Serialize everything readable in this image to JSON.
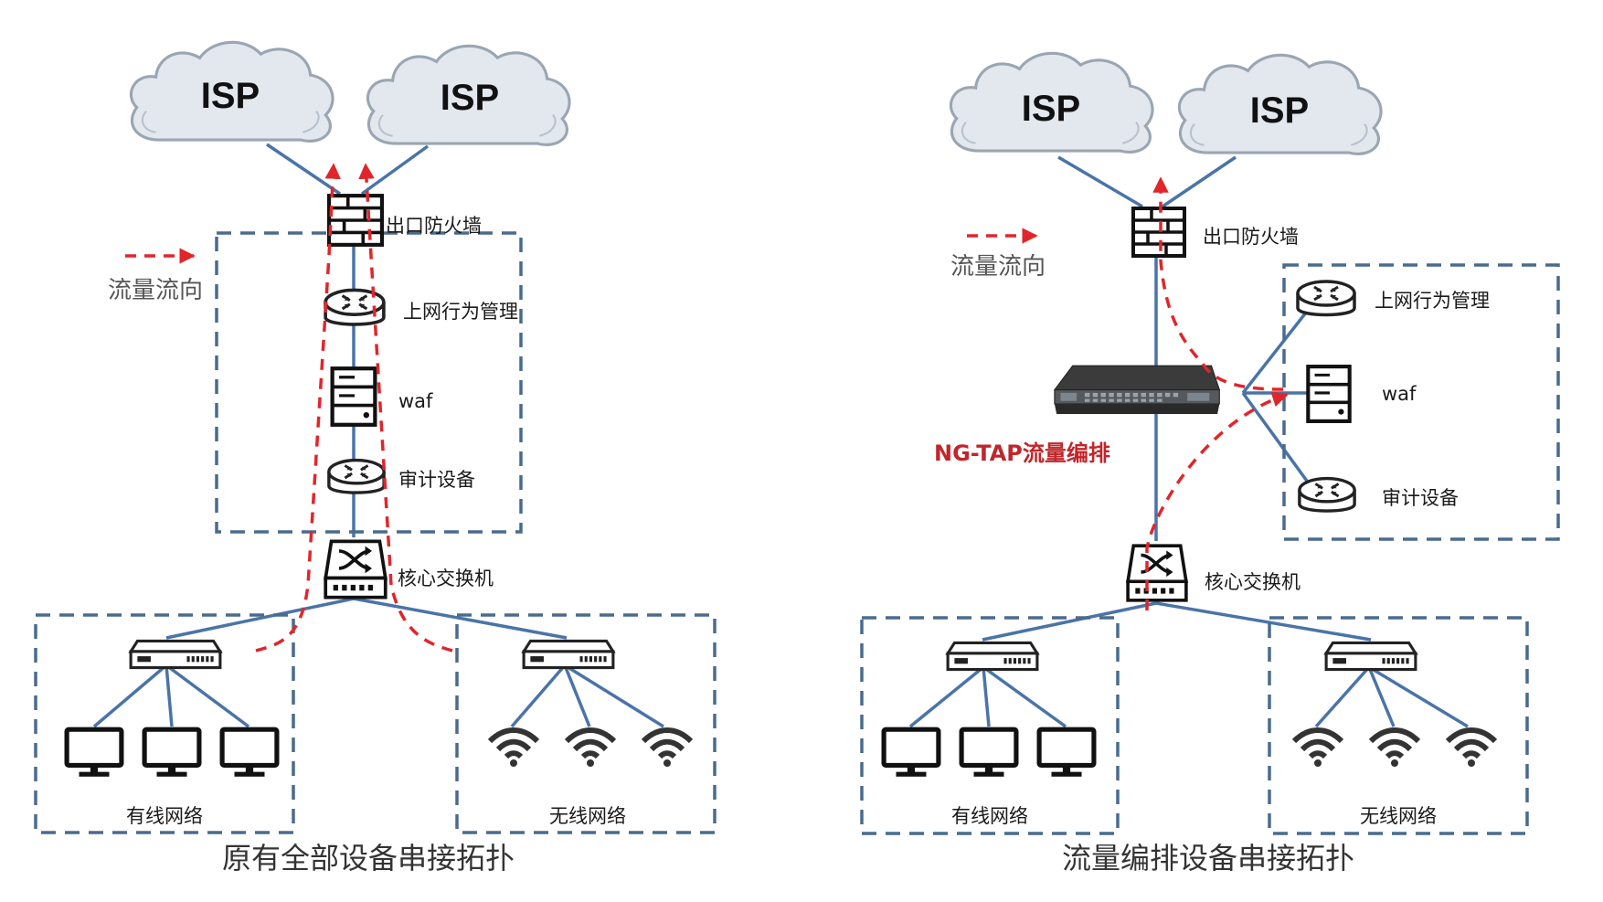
{
  "colors": {
    "link": "#4a74a8",
    "box": "#4a6b8e",
    "flow": "#e0262b",
    "ngtap_label": "#c0262b",
    "cloud_fill": "#e2e8ee"
  },
  "left": {
    "isp_1": "ISP",
    "isp_2": "ISP",
    "firewall": "出口防火墙",
    "behavior_mgmt": "上网行为管理",
    "waf": "waf",
    "audit": "审计设备",
    "core_switch": "核心交换机",
    "wired": "有线网络",
    "wireless": "无线网络",
    "legend": "流量流向",
    "caption": "原有全部设备串接拓扑"
  },
  "right": {
    "isp_1": "ISP",
    "isp_2": "ISP",
    "firewall": "出口防火墙",
    "behavior_mgmt": "上网行为管理",
    "waf": "waf",
    "audit": "审计设备",
    "core_switch": "核心交换机",
    "wired": "有线网络",
    "wireless": "无线网络",
    "legend": "流量流向",
    "ngtap": "NG-TAP流量编排",
    "caption": "流量编排设备串接拓扑"
  },
  "icons": [
    "cloud-icon",
    "firewall-icon",
    "router-icon",
    "server-icon",
    "core-switch-icon",
    "access-switch-icon",
    "monitor-icon",
    "wifi-icon",
    "ngtap-appliance-icon"
  ]
}
